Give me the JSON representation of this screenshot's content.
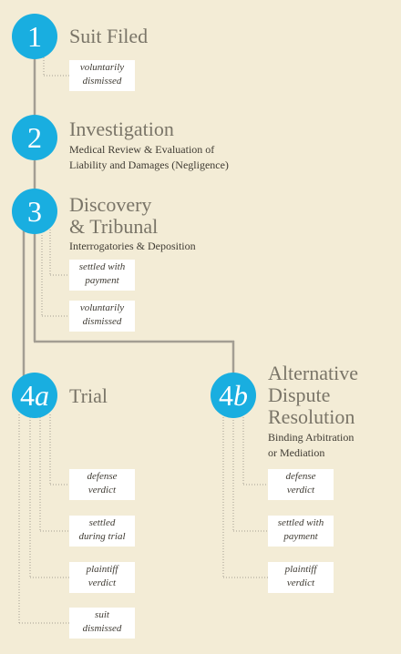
{
  "colors": {
    "background": "#f3ecd6",
    "node_fill": "#19aee0",
    "node_text": "#ffffff",
    "title_text": "#7a7568",
    "subtitle_text": "#3f3b33",
    "connector": "#a39e93",
    "box_fill": "#ffffff"
  },
  "steps": [
    {
      "number": "1",
      "suffix": "",
      "title": "Suit Filed",
      "subtitle": "",
      "outcomes": [
        "voluntarily\ndismissed"
      ]
    },
    {
      "number": "2",
      "suffix": "",
      "title": "Investigation",
      "subtitle": "Medical Review & Evaluation of\nLiability and Damages (Negligence)",
      "outcomes": []
    },
    {
      "number": "3",
      "suffix": "",
      "title": "Discovery\n& Tribunal",
      "subtitle": "Interrogatories & Deposition",
      "outcomes": [
        "settled with\npayment",
        "voluntarily\ndismissed"
      ]
    },
    {
      "number": "4",
      "suffix": "a",
      "title": "Trial",
      "subtitle": "",
      "outcomes": [
        "defense\nverdict",
        "settled\nduring trial",
        "plaintiff\nverdict",
        "suit\ndismissed"
      ]
    },
    {
      "number": "4",
      "suffix": "b",
      "title": "Alternative\nDispute\nResolution",
      "subtitle": "Binding Arbitration\nor Mediation",
      "outcomes": [
        "defense\nverdict",
        "settled with\npayment",
        "plaintiff\nverdict"
      ]
    }
  ]
}
